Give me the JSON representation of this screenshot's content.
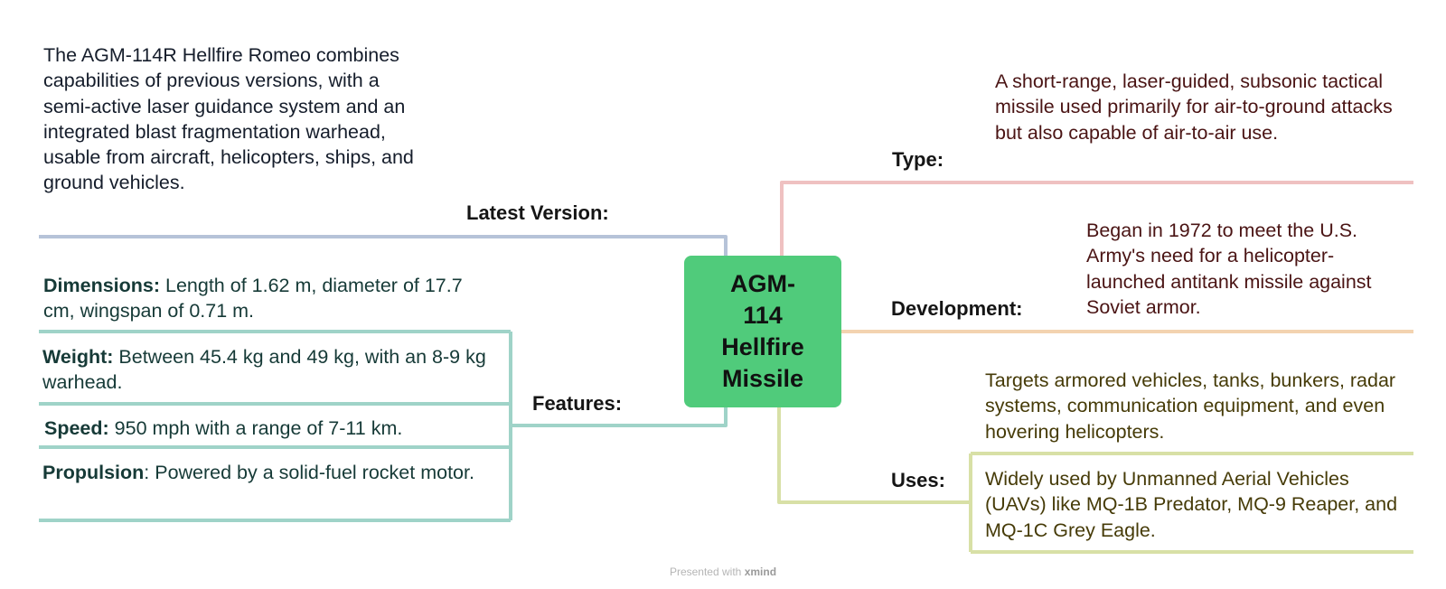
{
  "central": "AGM-114 Hellfire Missile",
  "latest": {
    "label": "Latest Version:",
    "text": "The AGM-114R Hellfire Romeo combines capabilities of previous versions, with a semi-active laser guidance system and an integrated blast fragmentation warhead, usable from aircraft, helicopters, ships, and ground vehicles."
  },
  "features": {
    "label": "Features:",
    "items": [
      {
        "term": "Dimensions:",
        "text": " Length of 1.62 m, diameter of 17.7 cm, wingspan of 0.71 m."
      },
      {
        "term": "Weight:",
        "text": " Between 45.4 kg and 49 kg, with an 8-9 kg warhead."
      },
      {
        "term": "Speed:",
        "text": " 950 mph with a range of 7-11 km."
      },
      {
        "term": "Propulsion",
        "text": ": Powered by a solid-fuel rocket motor."
      }
    ]
  },
  "type": {
    "label": "Type:",
    "text": "A short-range, laser-guided, subsonic tactical missile used primarily for air-to-ground attacks but also capable of air-to-air use."
  },
  "development": {
    "label": "Development:",
    "text": "Began in 1972 to meet the U.S. Army's need for a helicopter-launched antitank missile against Soviet armor."
  },
  "uses": {
    "label": "Uses:",
    "items": [
      "Targets armored vehicles, tanks, bunkers, radar systems, communication equipment, and even hovering helicopters.",
      "Widely used by Unmanned Aerial Vehicles (UAVs) like MQ-1B Predator, MQ-9 Reaper, and MQ-1C Grey Eagle."
    ]
  },
  "footer": {
    "prefix": "Presented with",
    "brand": "xmind"
  },
  "colors": {
    "central": "#50cb7b",
    "latest_line": "#b6c3d8",
    "features_line": "#9fd3c8",
    "type_line": "#efc1c1",
    "development_line": "#f3d3b0",
    "uses_line": "#d8e0a6"
  }
}
